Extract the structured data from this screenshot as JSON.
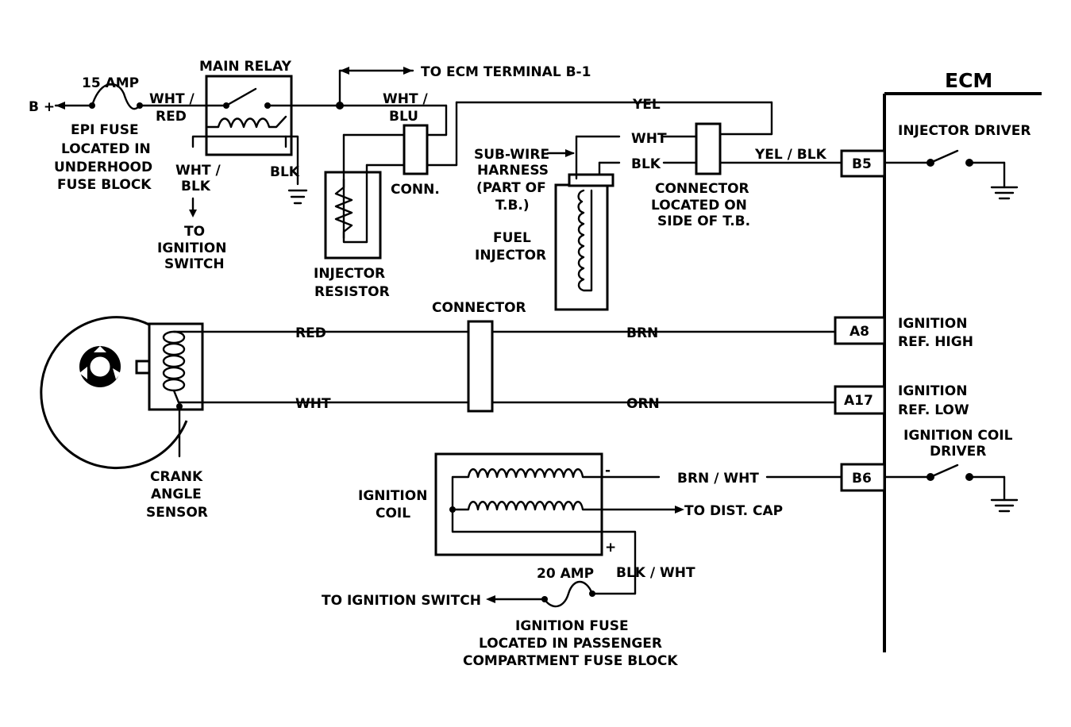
{
  "ecm": {
    "title": "ECM"
  },
  "labels": {
    "b_plus": "B +",
    "fuse15_amp": "15 AMP",
    "epi_fuse_1": "EPI FUSE",
    "epi_fuse_2": "LOCATED IN",
    "epi_fuse_3": "UNDERHOOD",
    "epi_fuse_4": "FUSE BLOCK",
    "wht_red_1": "WHT /",
    "wht_red_2": "RED",
    "main_relay": "MAIN RELAY",
    "wht_blk_1": "WHT /",
    "wht_blk_2": "BLK",
    "to_ign_switch_1": "TO",
    "to_ign_switch_2": "IGNITION",
    "to_ign_switch_3": "SWITCH",
    "blk_relay": "BLK",
    "to_ecm_b1": "TO ECM TERMINAL B-1",
    "wht_blu_1": "WHT /",
    "wht_blu_2": "BLU",
    "conn": "CONN.",
    "injector_resistor_1": "INJECTOR",
    "injector_resistor_2": "RESISTOR",
    "yel": "YEL",
    "sub_wire_1": "SUB-WIRE",
    "sub_wire_2": "HARNESS",
    "sub_wire_3": "(PART OF",
    "sub_wire_4": "T.B.)",
    "wht_inj": "WHT",
    "blk_inj": "BLK",
    "fuel_injector_1": "FUEL",
    "fuel_injector_2": "INJECTOR",
    "connector_tb_1": "CONNECTOR",
    "connector_tb_2": "LOCATED ON",
    "connector_tb_3": "SIDE OF T.B.",
    "yel_blk": "YEL / BLK",
    "injector_driver": "INJECTOR DRIVER",
    "red": "RED",
    "wht_crank": "WHT",
    "connector_mid": "CONNECTOR",
    "brn": "BRN",
    "orn": "ORN",
    "ign_ref_high_1": "IGNITION",
    "ign_ref_high_2": "REF. HIGH",
    "ign_ref_low_1": "IGNITION",
    "ign_ref_low_2": "REF. LOW",
    "crank_1": "CRANK",
    "crank_2": "ANGLE",
    "crank_3": "SENSOR",
    "ign_coil_1": "IGNITION",
    "ign_coil_2": "COIL",
    "minus": "-",
    "plus": "+",
    "brn_wht": "BRN / WHT",
    "to_dist_cap": "TO DIST. CAP",
    "ign_coil_driver_1": "IGNITION COIL",
    "ign_coil_driver_2": "DRIVER",
    "fuse20_amp": "20 AMP",
    "blk_wht": "BLK / WHT",
    "to_ign_switch_bottom": "TO IGNITION SWITCH",
    "ign_fuse_1": "IGNITION FUSE",
    "ign_fuse_2": "LOCATED IN PASSENGER",
    "ign_fuse_3": "COMPARTMENT FUSE BLOCK"
  },
  "pins": {
    "b5": "B5",
    "a8": "A8",
    "a17": "A17",
    "b6": "B6"
  }
}
